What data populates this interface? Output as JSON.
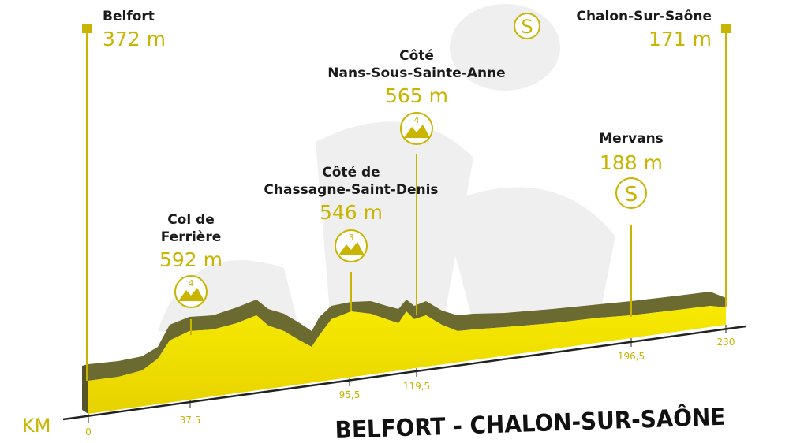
{
  "stage": {
    "title": "BELFORT - CHALON-SUR-SAÔNE",
    "axis_unit": "KM"
  },
  "start": {
    "name": "Belfort",
    "altitude": "372 m"
  },
  "finish": {
    "name": "Chalon-Sur-Saône",
    "altitude": "171 m",
    "icon": "sprint-icon",
    "icon_letter": "S"
  },
  "climbs": [
    {
      "name_line1": "Col de",
      "name_line2": "Ferrière",
      "altitude": "592 m",
      "category": "4",
      "km": "37,5"
    },
    {
      "name_line1": "Côté de",
      "name_line2": "Chassagne-Saint-Denis",
      "altitude": "546 m",
      "category": "3",
      "km": "95,5"
    },
    {
      "name_line1": "Côté",
      "name_line2": "Nans-Sous-Sainte-Anne",
      "altitude": "565 m",
      "category": "4",
      "km": "119,5"
    }
  ],
  "sprint": {
    "name": "Mervans",
    "altitude": "188 m",
    "letter": "S",
    "km": "196,5"
  },
  "km_ticks": [
    "0",
    "37,5",
    "95,5",
    "119,5",
    "196,5",
    "230"
  ],
  "colors": {
    "gold": "#c9b400",
    "yellow": "#f2e200",
    "olive": "#6b6a30"
  }
}
